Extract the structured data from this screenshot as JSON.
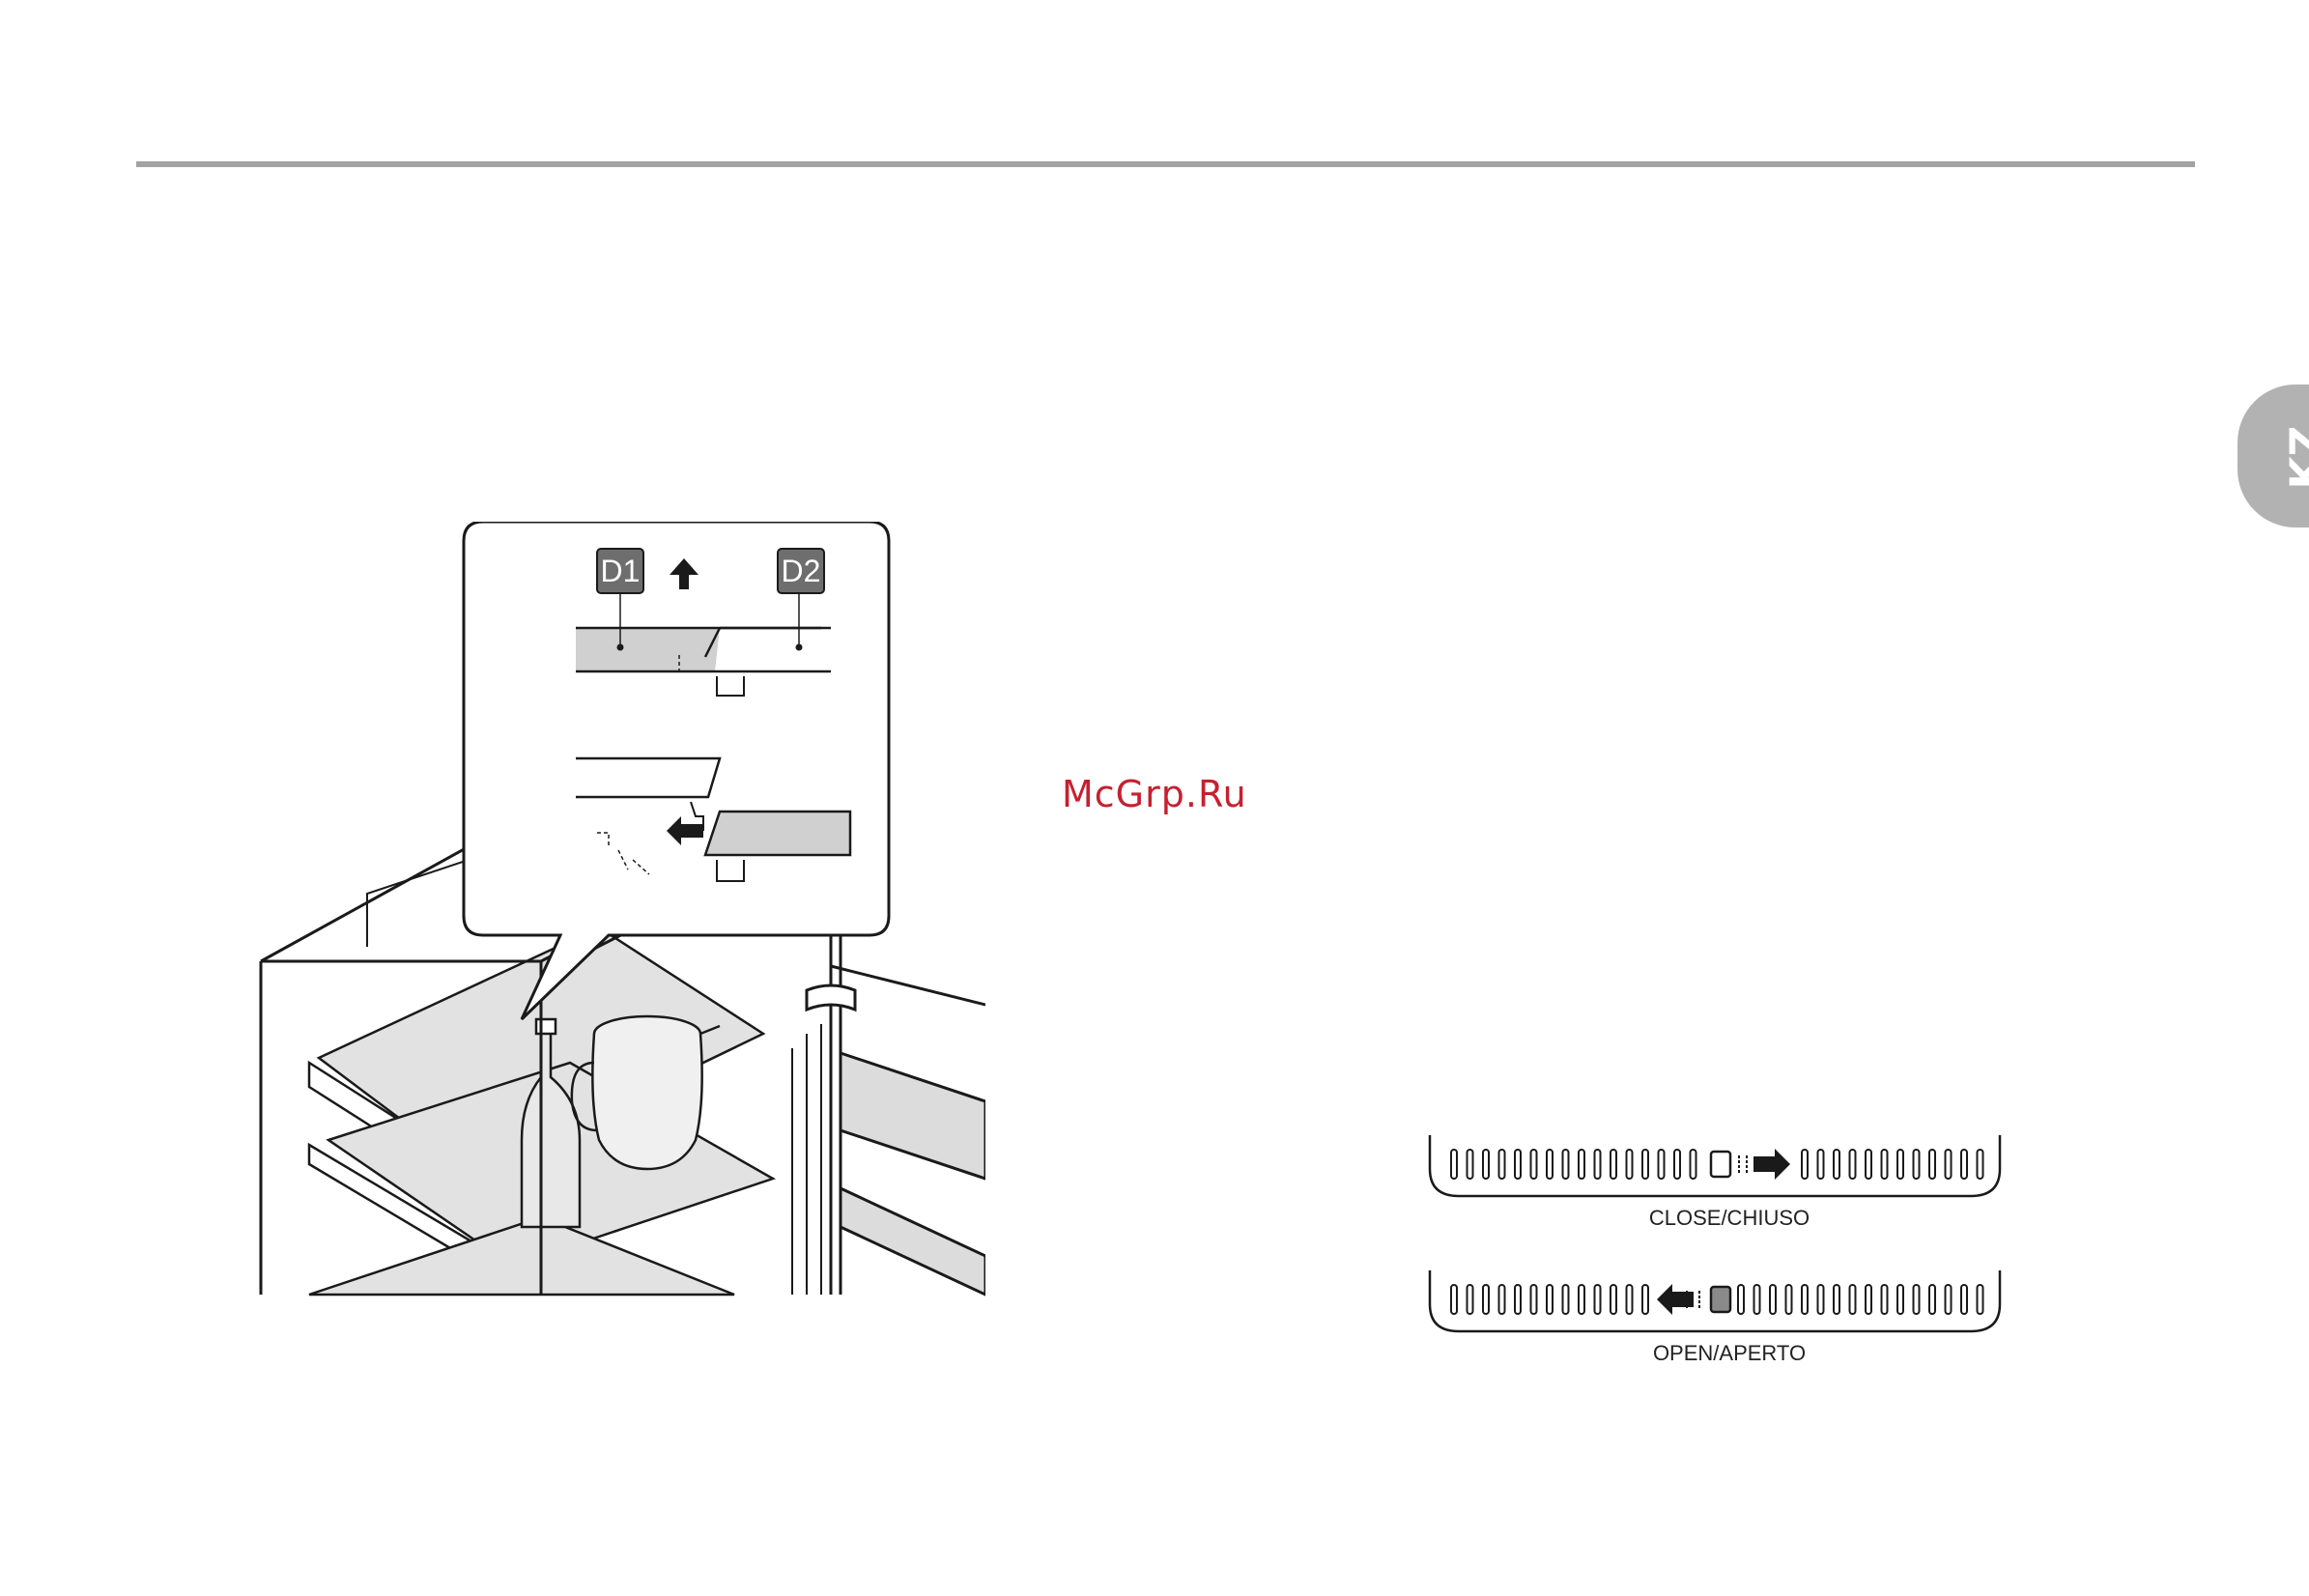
{
  "language_tab": "KZ",
  "watermark": "McGrp.Ru",
  "figure1": {
    "callout_labels": {
      "d1": "D1",
      "d2": "D2"
    }
  },
  "vent_slider": {
    "close_label": "CLOSE/CHIUSO",
    "open_label": "OPEN/APERTO"
  },
  "colors": {
    "rule": "#a3a3a3",
    "tab": "#b2b2b2",
    "watermark": "#c62030"
  }
}
